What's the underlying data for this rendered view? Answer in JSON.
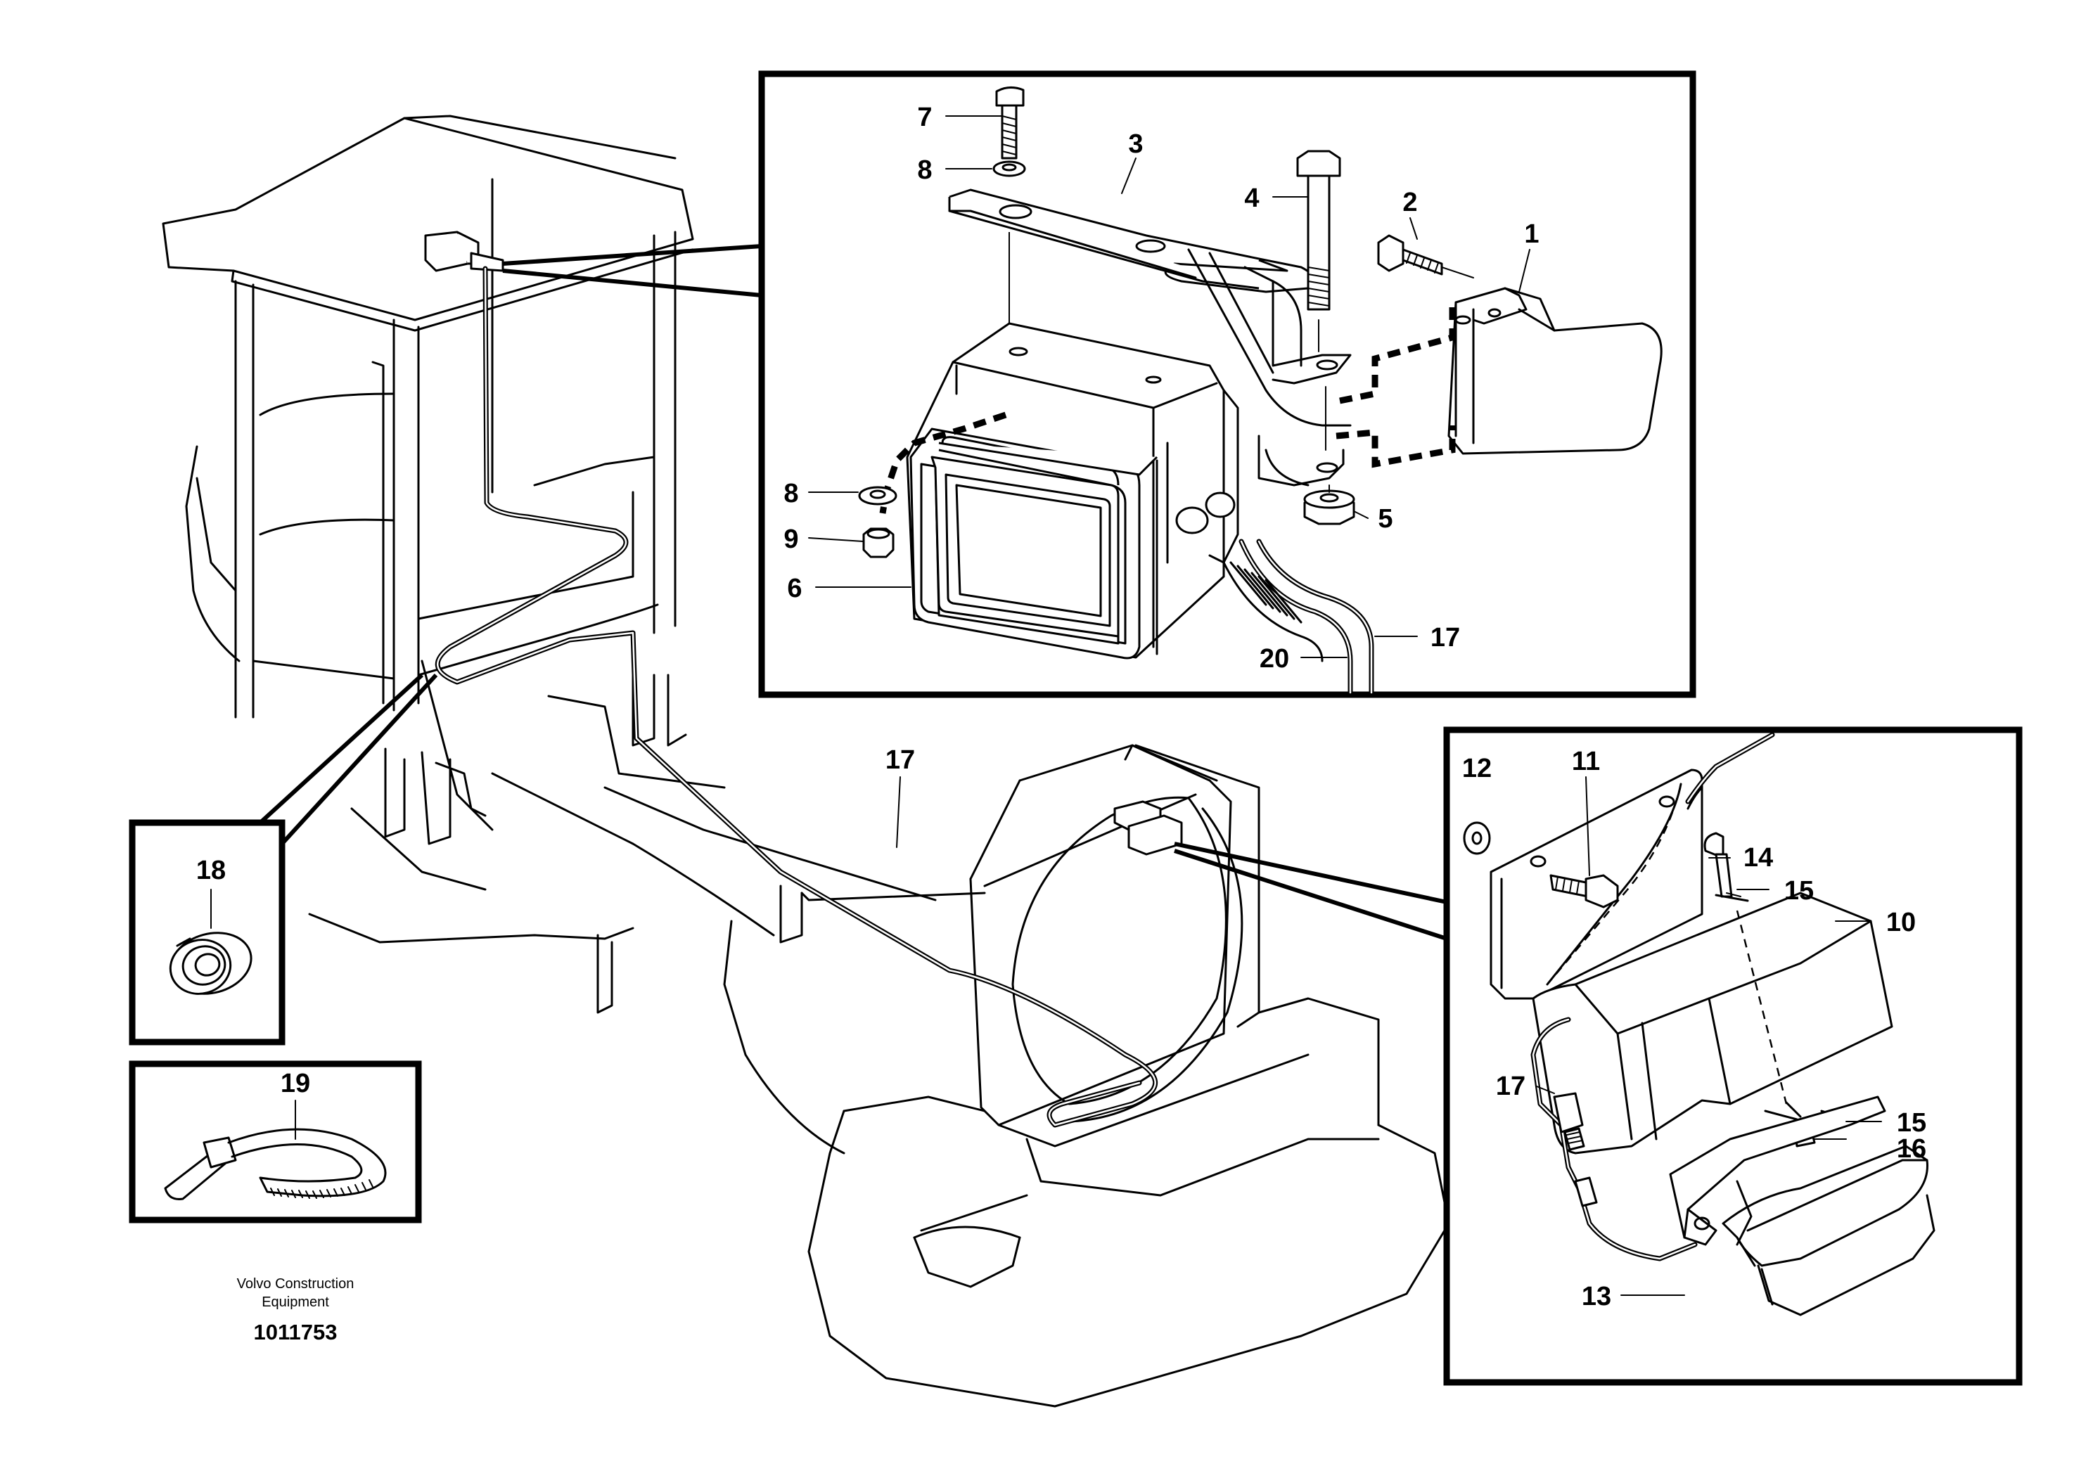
{
  "caption": {
    "maker_line1": "Volvo Construction",
    "maker_line2": "Equipment",
    "illustration_number": "1011753"
  },
  "callouts": {
    "monitor_detail": [
      "7",
      "8",
      "3",
      "4",
      "2",
      "1",
      "8",
      "9",
      "6",
      "5",
      "20",
      "17"
    ],
    "machine": [
      "17"
    ],
    "camera_detail": [
      "12",
      "11",
      "14",
      "15",
      "10",
      "17",
      "15",
      "16",
      "13"
    ],
    "grommet_detail": [
      "18"
    ],
    "cable_tie_detail": [
      "19"
    ]
  },
  "colors": {
    "ink": "#000000",
    "paper": "#ffffff"
  }
}
